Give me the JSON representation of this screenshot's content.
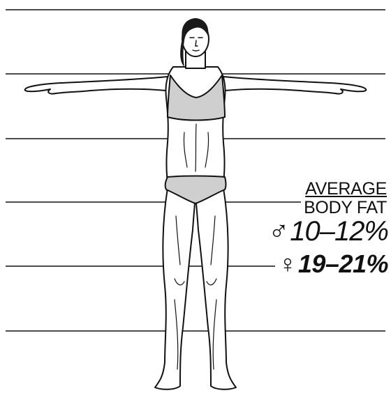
{
  "heading": {
    "line1": "AVERAGE",
    "line2": "BODY FAT"
  },
  "stats": {
    "male": {
      "symbol": "♂",
      "value": "10–12%"
    },
    "female": {
      "symbol": "♀",
      "value": "19–21%"
    }
  },
  "colors": {
    "line": "#111111",
    "body_fill": "#ffffff",
    "clothing_fill": "#cfcfcf",
    "hair": "#1a1a1a"
  }
}
